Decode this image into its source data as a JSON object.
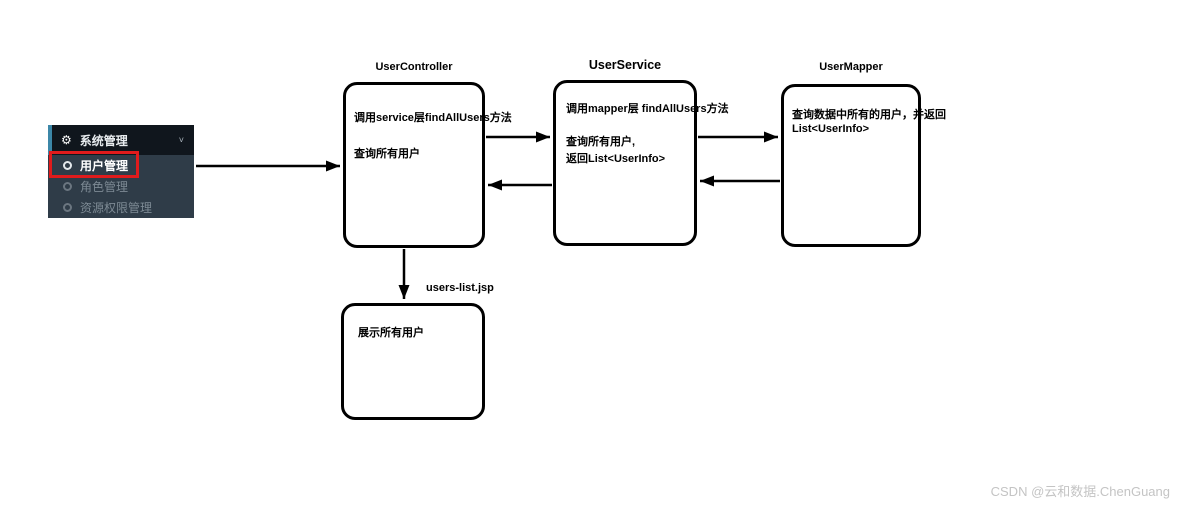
{
  "sidebar": {
    "header": {
      "label": "系统管理"
    },
    "items": [
      {
        "label": "用户管理",
        "active": true
      },
      {
        "label": "角色管理",
        "active": false
      },
      {
        "label": "资源权限管理",
        "active": false
      }
    ]
  },
  "icons": {
    "gears": "⚙",
    "chevron_down": "˅"
  },
  "diagram": {
    "controller": {
      "title": "UserController",
      "lines": [
        "调用service层findAllUsers方法",
        "查询所有用户"
      ]
    },
    "service": {
      "title": "UserService",
      "lines": [
        "调用mapper层 findAllUsers方法",
        "查询所有用户,",
        "返回List<UserInfo>"
      ]
    },
    "mapper": {
      "title": "UserMapper",
      "lines": [
        "查询数据中所有的用户，并返回",
        "List<UserInfo>"
      ]
    },
    "view": {
      "title": "users-list.jsp",
      "lines": [
        "展示所有用户"
      ]
    }
  },
  "colors": {
    "annotation_red": "#e01b1c",
    "sidebar_bg": "#2f3c48",
    "sidebar_header_bg": "#10161d",
    "accent_teal": "#3c87a8"
  },
  "watermark": "CSDN @云和数据.ChenGuang"
}
